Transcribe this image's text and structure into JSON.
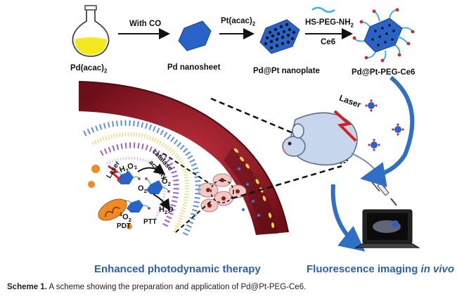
{
  "step_labels": {
    "arrow1": "With CO",
    "arrow2": "Pt(acac)",
    "arrow2_sub": "2",
    "arrow3_top": "HS-PEG-NH",
    "arrow3_top_sub": "2",
    "arrow3_bottom": "Ce6"
  },
  "products": {
    "precursor": "Pd(acac)",
    "precursor_sub": "2",
    "nanosheet": "Pd nanosheet",
    "nanoplate": "Pd@Pt nanoplate",
    "conjugate": "Pd@Pt-PEG-Ce6"
  },
  "therapy_labels": {
    "laser_mouse": "Laser",
    "laser_cell": "Laser",
    "catalase": "catalase",
    "catalase2": "activity",
    "h2o2": "H",
    "o2a": "O",
    "o2b": "O",
    "h2o": "H",
    "singlet": "O",
    "pdt": "PDT",
    "ptt": "PTT"
  },
  "footer": {
    "left_title": "Enhanced photodynamic therapy",
    "right_title_main": "Fluorescence imaging ",
    "right_title_italic": "in vivo"
  },
  "caption": {
    "prefix": "Scheme 1.",
    "text": "  A scheme showing the preparation and application of Pd@Pt-PEG-Ce6."
  },
  "colors": {
    "flask_liquid": "#f2ea1c",
    "nanosheet": "#2a63c8",
    "vessel": "#8c1620",
    "arrow_blue": "#2f6fc6",
    "footer_text": "#2b5fb0",
    "laser_red": "#d42020"
  }
}
